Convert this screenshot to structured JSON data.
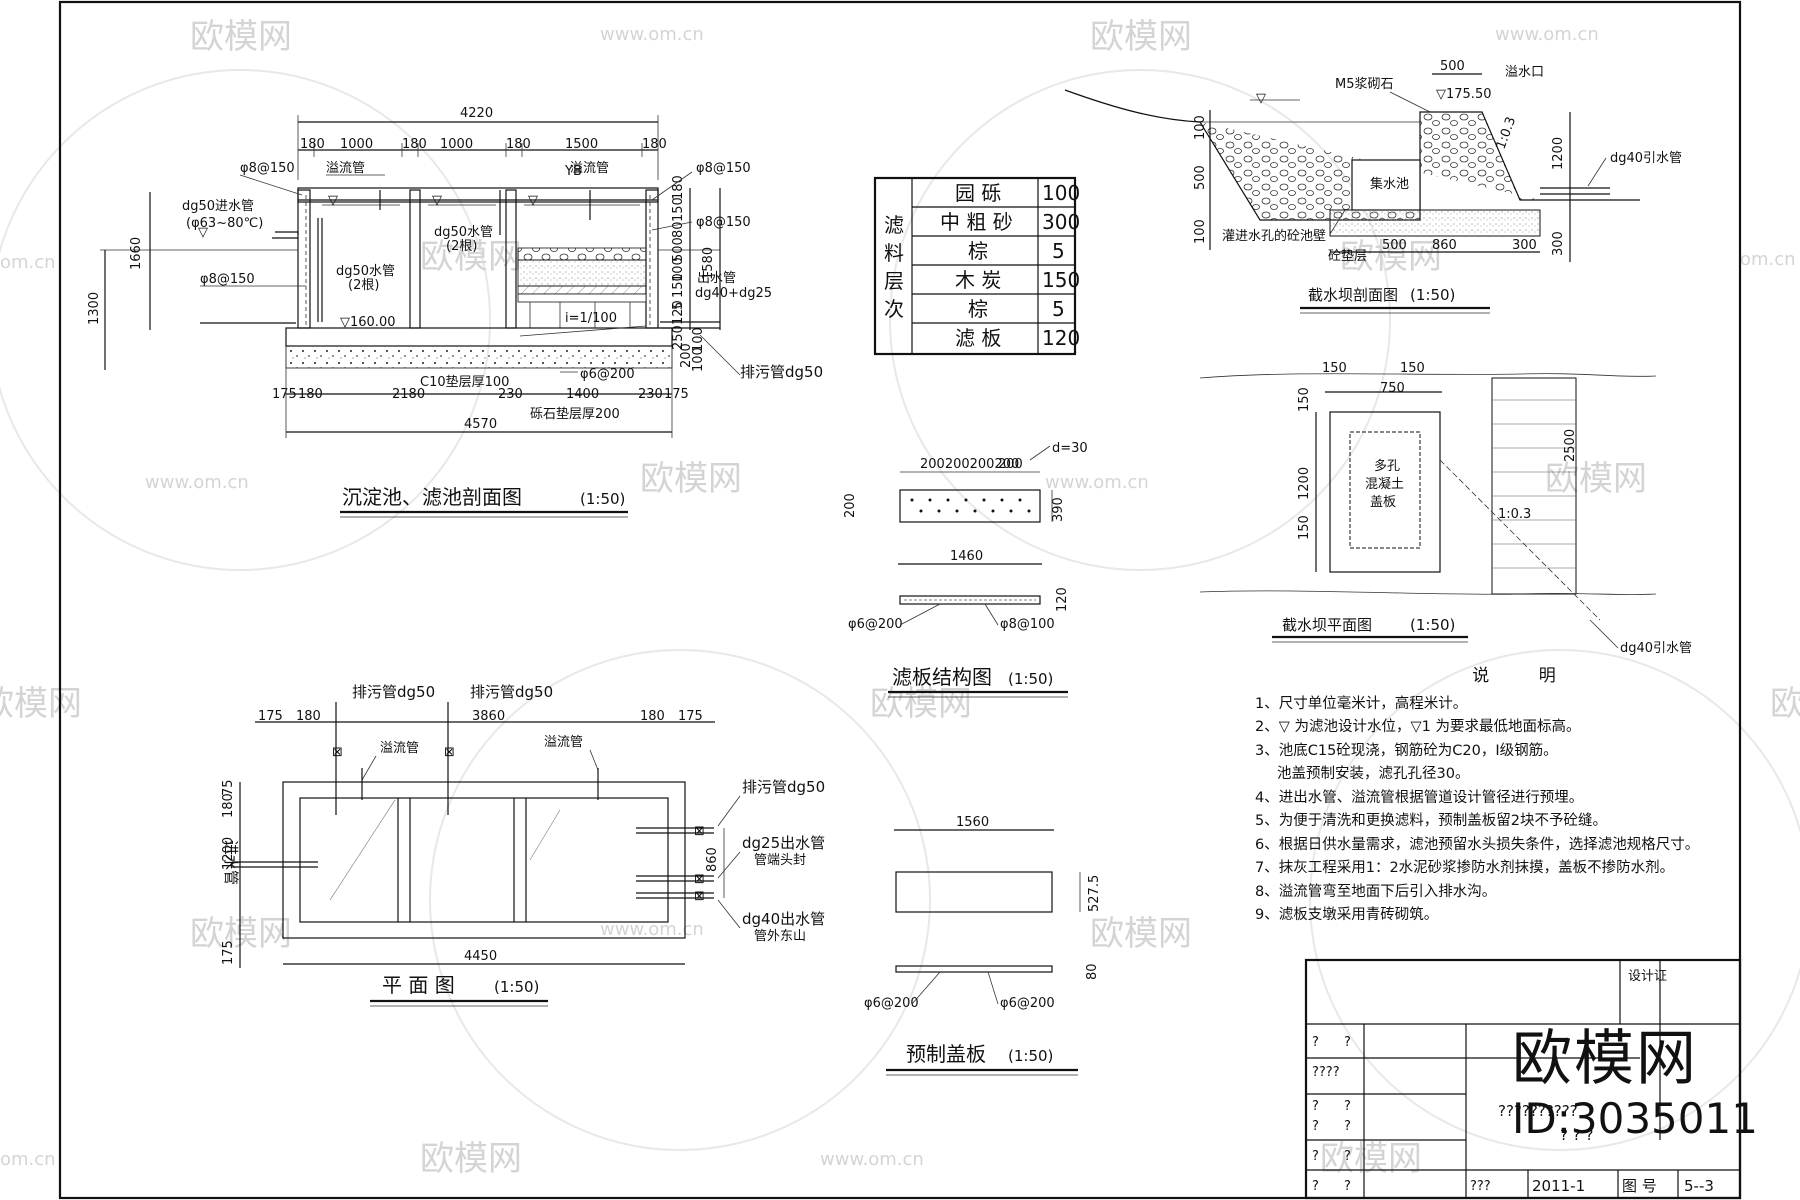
{
  "watermark": {
    "logo": "欧模网",
    "url": "www.om.cn",
    "url_partial": "om.cn"
  },
  "sections": {
    "section_title": "沉淀池、滤池剖面图",
    "section_scale": "(1:50)",
    "filterplate_title": "滤板结构图",
    "filterplate_scale": "(1:50)",
    "plan_title": "平 面 图",
    "plan_scale": "(1:50)",
    "cover_title": "预制盖板",
    "cover_scale": "(1:50)",
    "dam_section_title": "截水坝剖面图",
    "dam_section_scale": "(1:50)",
    "dam_plan_title": "截水坝平面图",
    "dam_plan_scale": "(1:50)"
  },
  "section_labels": {
    "d4220": "4220",
    "d180a": "180",
    "d1000a": "1000",
    "d180b": "180",
    "d1000b": "1000",
    "d180c": "180",
    "d1500": "1500",
    "d180d": "180",
    "phi8_150_a": "φ8@150",
    "phi8_150_b": "φ8@150",
    "phi8_150_c": "φ8@150",
    "phi8_150_d": "φ8@150",
    "overflow_a": "溢流管",
    "overflow_b": "溢流管",
    "yb": "YB",
    "inlet": "dg50进水管",
    "inlet_sub": "(φ63~80℃)",
    "water_a": "dg50水管",
    "water_a_sub": "(2根)",
    "water_b": "dg50水管",
    "water_b_sub": "(2根)",
    "elev160": "▽160.00",
    "slope": "i=1/100",
    "outlet": "出水管",
    "outlet_b": "dg40+dg25",
    "drain": "排污管dg50",
    "rebar": "φ6@200",
    "d1660": "1660",
    "d1300": "1300",
    "d1580": "1580",
    "d180e": "180",
    "d150": "150",
    "d80a": "80",
    "d500a": "500",
    "d100a": "100",
    "d150b": "150",
    "d5": "5",
    "d120": "120",
    "d250": "250",
    "d200a": "200",
    "d100b": "100",
    "d100c": "100",
    "b175a": "175",
    "b180a": "180",
    "b2180": "2180",
    "b230a": "230",
    "b1400": "1400",
    "b230b": "230",
    "b175b": "175",
    "c10": "C10垫层厚100",
    "gravel": "砾石垫层厚200",
    "d4570": "4570"
  },
  "filter_table": {
    "group": [
      "滤",
      "料",
      "层",
      "次"
    ],
    "rows": [
      {
        "name": "园 砾",
        "value": "100"
      },
      {
        "name": "中 粗 砂",
        "value": "300"
      },
      {
        "name": "棕",
        "value": "5"
      },
      {
        "name": "木 炭",
        "value": "150"
      },
      {
        "name": "棕",
        "value": "5"
      },
      {
        "name": "滤 板",
        "value": "120"
      }
    ]
  },
  "filterplate_labels": {
    "top_dims": "200200200200",
    "d200r": "200",
    "d30": "d=30",
    "d200l": "200",
    "d390": "390",
    "d1460": "1460",
    "d120": "120",
    "r6": "φ6@200",
    "r8": "φ8@100"
  },
  "cover_labels": {
    "d1560": "1560",
    "d527": "527.5",
    "d80": "80",
    "r6a": "φ6@200",
    "r6b": "φ6@200"
  },
  "plan_labels": {
    "drain1": "排污管dg50",
    "drain2": "排污管dg50",
    "drain3": "排污管dg50",
    "over1": "溢流管",
    "over2": "溢流管",
    "inlet": "进水管",
    "d175a": "175",
    "d180a": "180",
    "d3860": "3860",
    "d180b": "180",
    "d175b": "175",
    "out25": "dg25出水管",
    "out25_sub": "管端头封",
    "out40": "dg40出水管",
    "out40_sub": "管外东山",
    "d860": "860",
    "d1200": "1200",
    "d180c": "180",
    "d75": "75",
    "d175c": "175",
    "d4450": "4450"
  },
  "dam_section_labels": {
    "d500": "500",
    "m5": "M5浆砌石",
    "overflow": "溢水口",
    "elev": "▽175.50",
    "d100": "100",
    "d500a": "500",
    "d100b": "100",
    "slope": "1:0.3",
    "well": "集水池",
    "d1200": "1200",
    "pipe": "dg40引水管",
    "hole": "灌进水孔的砼池壁",
    "hole_b": "砼垫层",
    "d500b": "500",
    "d860": "860",
    "d300a": "300",
    "d300b": "300"
  },
  "dam_plan_labels": {
    "d150a": "150",
    "d750": "750",
    "d150b": "150",
    "d150c": "150",
    "d1200": "1200",
    "d150d": "150",
    "d2500": "2500",
    "slope": "1:0.3",
    "box1": "多孔",
    "box2": "混凝土",
    "box3": "盖板",
    "pipe": "dg40引水管"
  },
  "notes": {
    "heading": "说  明",
    "items": [
      "1、尺寸单位毫米计，高程米计。",
      "2、▽ 为滤池设计水位，▽1 为要求最低地面标高。",
      "3、池底C15砼现浇，钢筋砼为C20，Ⅰ级钢筋。",
      "池盖预制安装，滤孔孔径30。",
      "4、进出水管、溢流管根据管道设计管径进行预埋。",
      "5、为便于清洗和更换滤料，预制盖板留2块不予砼缝。",
      "6、根据日供水量需求，滤池预留水头损失条件，选择滤池规格尺寸。",
      "7、抹灰工程采用1：2水泥砂浆掺防水剂抹摸，盖板不掺防水剂。",
      "8、溢流管弯至地面下后引入排水沟。",
      "9、滤板支墩采用青砖砌筑。"
    ]
  },
  "title_block": {
    "design": "设计证",
    "q1": "?",
    "q2": "?",
    "q3": "????",
    "q4": "?",
    "q5": "?",
    "q6": "?",
    "q7": "?",
    "q8": "?",
    "q9": "?",
    "q10": "?",
    "q11": "?",
    "mid": "??????????",
    "mid2": "? ? ?",
    "date": "2011-1",
    "fig_label": "图 号",
    "fig_no": "5--3",
    "author": "???",
    "brand": "欧模网",
    "id": "ID:3035011"
  }
}
